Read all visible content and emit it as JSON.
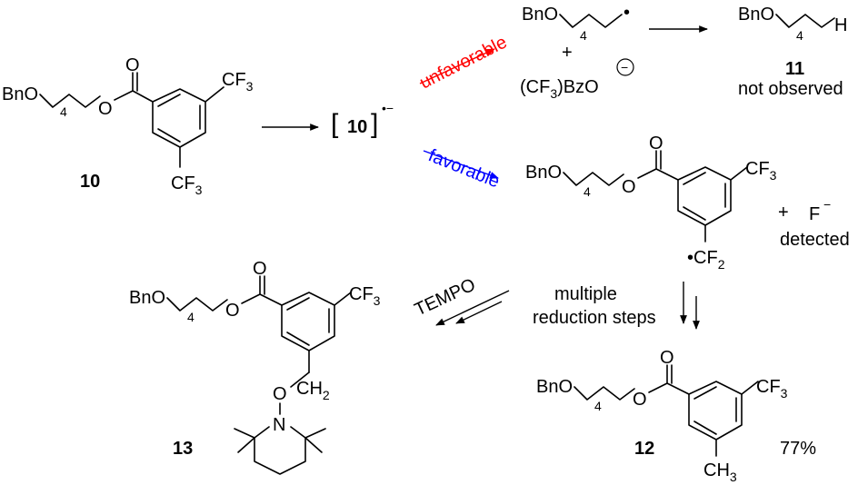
{
  "colors": {
    "unfavorable": "#ff0000",
    "favorable": "#0000ff",
    "ink": "#000000"
  },
  "atoms": {
    "bno": "BnO",
    "o": "O",
    "h": "H",
    "f_letter": "F",
    "cf": "CF",
    "ch": "CH",
    "cf2_prefix": "CF",
    "n": "N",
    "ch2": "CH",
    "sub_3": "3",
    "sub_2": "2",
    "sub_4": "4",
    "radical_dot": "•",
    "plus": "+",
    "minus_sign": "−",
    "dot_minus": "•−",
    "bracket_open": "[",
    "bracket_close": "]",
    "anion_minus": "−"
  },
  "byproduct": {
    "prefix": "(CF",
    "sub": "3",
    "suffix": ")BzO"
  },
  "labels": {
    "unfavorable": "unfavorable",
    "favorable": "favorable",
    "tempo": "TEMPO",
    "multiple": "multiple",
    "reduction_steps": "reduction steps",
    "not_observed": "not observed",
    "detected": "detected",
    "yield_12": "77%"
  },
  "compounds": {
    "c10": "10",
    "c11": "11",
    "c12": "12",
    "c13": "13",
    "radical_anion": "10"
  }
}
